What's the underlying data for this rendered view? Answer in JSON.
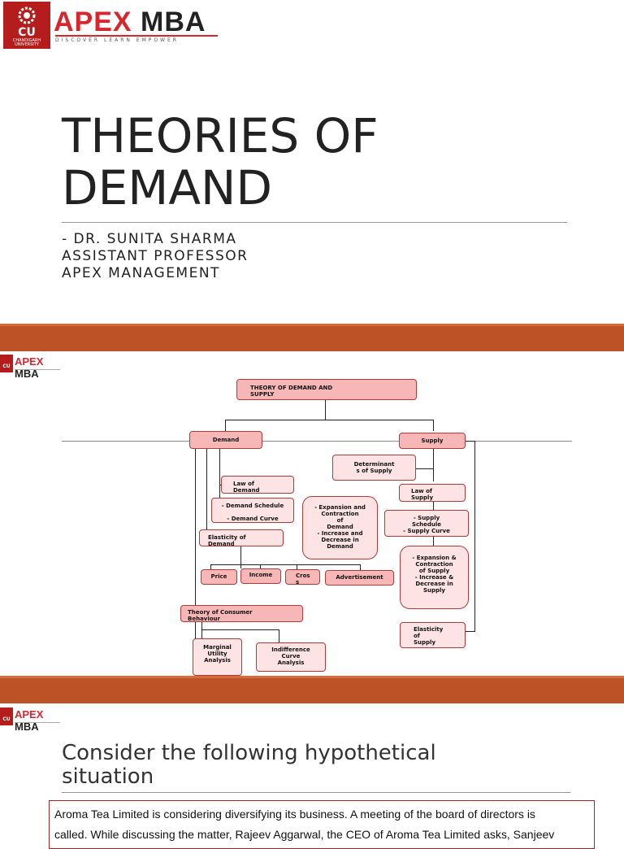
{
  "logo": {
    "cu": "CU",
    "university": "CHANDIGARH UNIVERSITY",
    "apex": "APEX",
    "mba": "MBA",
    "tagline": "DISCOVER   LEARN   EMPOWER"
  },
  "slide1": {
    "title_line1": "THEORIES OF",
    "title_line2": "DEMAND",
    "subtitle_line1": "- DR. SUNITA SHARMA",
    "subtitle_line2": "ASSISTANT PROFESSOR",
    "subtitle_line3": "APEX MANAGEMENT"
  },
  "slide2": {
    "nodes": {
      "root": [
        "THEORY OF DEMAND AND",
        "SUPPLY"
      ],
      "demand": [
        "Demand"
      ],
      "supply": [
        "Supply"
      ],
      "determinants": [
        "Determinant",
        "s of Supply"
      ],
      "law_demand": [
        "Law of",
        "Demand"
      ],
      "law_supply": [
        "Law of",
        "Supply"
      ],
      "demand_schedule": [
        "- Demand Schedule",
        "",
        "- Demand Curve"
      ],
      "expansion_demand": [
        "- Expansion and",
        "Contraction",
        "of",
        "Demand",
        "- Increase and",
        "Decrease  in",
        "Demand"
      ],
      "supply_schedule": [
        "-  Supply",
        "Schedule",
        "- Supply Curve"
      ],
      "elasticity_demand": [
        "Elasticity  of",
        "Demand"
      ],
      "expansion_supply": [
        "- Expansion &",
        "Contraction",
        "of Supply",
        "- Increase &",
        "Decrease in",
        "Supply"
      ],
      "price": [
        "Price"
      ],
      "income": [
        "Income"
      ],
      "cross": [
        "Cros",
        "s"
      ],
      "advertisement": [
        "Advertisement"
      ],
      "consumer": [
        "Theory of Consumer",
        "Behaviour"
      ],
      "elasticity_supply": [
        "Elasticity",
        "of",
        "Supply"
      ],
      "marginal": [
        "Marginal",
        "Utility",
        "Analysis"
      ],
      "indifference": [
        "Indifference",
        "Curve",
        "Analysis"
      ]
    }
  },
  "slide3": {
    "title_line1": "Consider the following hypothetical",
    "title_line2": "situation",
    "para_line1": "Aroma Tea Limited is considering diversifying its business. A meeting of the board of directors is",
    "para_line2": "called. While discussing the matter, Rajeev Aggarwal, the CEO of Aroma Tea Limited asks, Sanjeev"
  }
}
